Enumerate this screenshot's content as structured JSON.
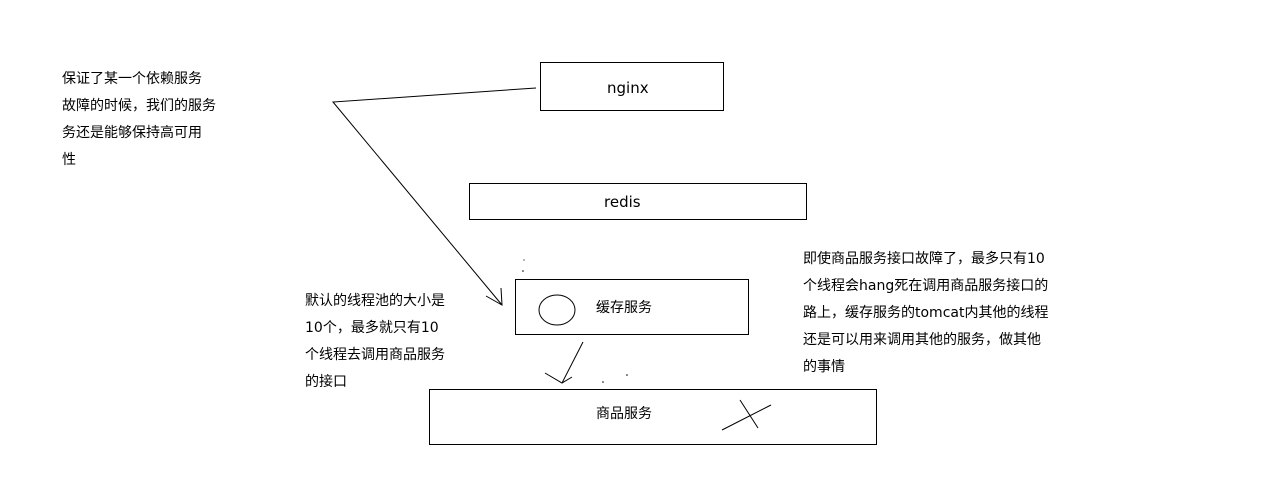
{
  "diagram": {
    "nodes": {
      "nginx": "nginx",
      "redis": "redis",
      "cache_service": "缓存服务",
      "product_service": "商品服务"
    },
    "notes": {
      "top_left": "保证了某一个依赖服务\n故障的时候，我们的服务\n务还是能够保持高可用\n性",
      "middle_left": "默认的线程池的大小是\n10个，最多就只有10\n个线程去调用商品服务\n的接口",
      "right": "即使商品服务接口故障了，最多只有10\n个线程会hang死在调用商品服务接口的\n路上，缓存服务的tomcat内其他的线程\n还是可以用来调用其他的服务，做其他\n的事情"
    }
  }
}
